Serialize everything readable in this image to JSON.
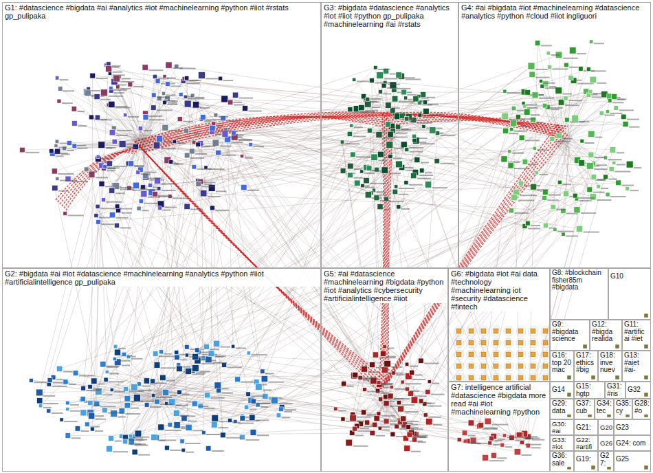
{
  "diagram": {
    "nodes": [
      {
        "text": [
          "G1: #datascience #bigdata #ai #analytics #iot #machinelearning #python #iiot #rstats gp_pulipaka"
        ]
      },
      {
        "text": [
          "G3: #bigdata #datascience #analytics #iot #iiot #python gp_pulipaka #machinelearning #ai #rstats"
        ]
      },
      {
        "text": [
          "G4: #ai #bigdata #iot #machinelearning #datascience #analytics #python #cloud #iiot ingliguori"
        ]
      },
      {
        "text": [
          "G2: #bigdata #ai #iot #datascience #machinelearning #analytics #python #iiot #artificialintelligence gp_pulipaka"
        ]
      },
      {
        "text": [
          "G5: #ai #datascience #machinelearning #bigdata #python #iot #analytics #cybersecurity #artificialintelligence #iiot"
        ]
      },
      {
        "text": [
          "G6: #bigdata #iot #ai data #technology #machinelearning iot #security #datascience #fintech"
        ]
      },
      {
        "text": [
          "G8: #blockchain fisher85m #bigdata"
        ]
      },
      {
        "text": [
          "G10"
        ]
      },
      {
        "text": [
          "G9: #bigdata science"
        ]
      },
      {
        "text": [
          "G12: #bigda realida"
        ]
      },
      {
        "text": [
          "G11: #artific ai #iet"
        ]
      },
      {
        "text": [
          "G16: top 20 mac"
        ]
      },
      {
        "text": [
          "G17: ethics #big"
        ]
      },
      {
        "text": [
          "G18: inve nuev"
        ]
      },
      {
        "text": [
          "G13: #aiet #ai-"
        ]
      },
      {
        "text": [
          "G14"
        ]
      },
      {
        "text": [
          "G15: hgtp"
        ]
      },
      {
        "text": [
          "G31: #ris"
        ]
      },
      {
        "text": [
          "G32"
        ]
      },
      {
        "text": [
          "G7: intelligence artificial #datascience #bigdata more read #ai #iot #machinelearning #python"
        ]
      },
      {
        "text": [
          "G29: data"
        ]
      },
      {
        "text": [
          "G37: cub"
        ]
      },
      {
        "text": [
          "G34: tec"
        ]
      },
      {
        "text": [
          "G35: cy"
        ]
      },
      {
        "text": [
          "G28: #o"
        ]
      },
      {
        "text": [
          "G30: #ai"
        ]
      },
      {
        "text": [
          "G21:"
        ]
      },
      {
        "text": [
          "G20"
        ]
      },
      {
        "text": [
          "G23"
        ]
      },
      {
        "text": [
          "G33: #iot"
        ]
      },
      {
        "text": [
          "G22: #artifi"
        ]
      },
      {
        "text": [
          "G26"
        ]
      },
      {
        "text": [
          "G24: com"
        ]
      },
      {
        "text": [
          "G36: sale"
        ]
      },
      {
        "text": [
          "G19:"
        ]
      },
      {
        "text": [
          "G27:"
        ]
      },
      {
        "text": [
          "G25"
        ]
      }
    ]
  }
}
